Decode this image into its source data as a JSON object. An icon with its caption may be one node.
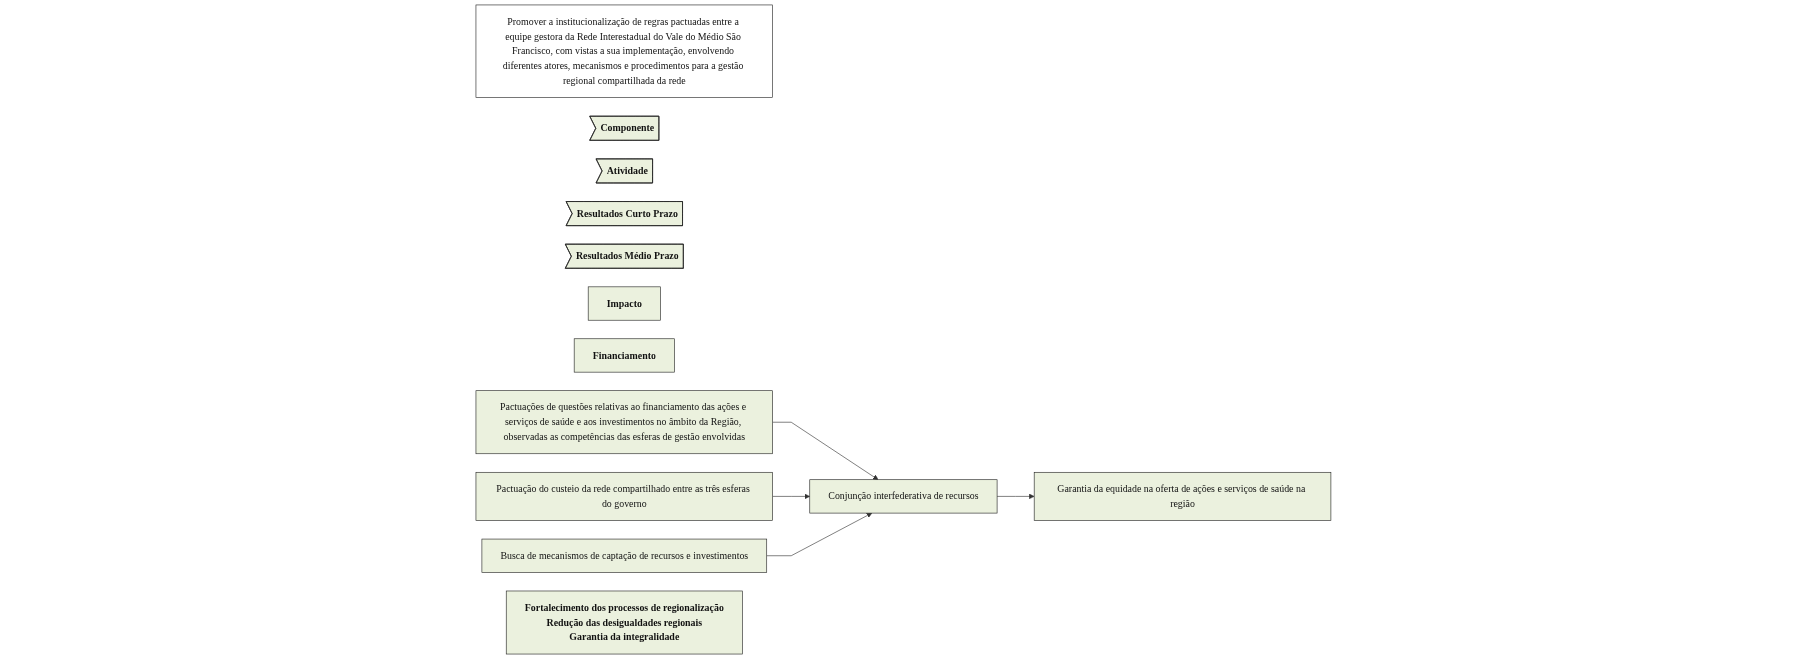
{
  "diagram": {
    "nodes": [
      {
        "text": [
          "Promover a institucionalização de regras pactuadas entre a equipe gestora da Rede Interestadual do Vale do Médio São Francisco, com vistas a sua implementação, envolvendo diferentes atores, mecanismos e procedimentos para a gestão regional compartilhada da rede"
        ]
      },
      {
        "text": [
          "Componente"
        ]
      },
      {
        "text": [
          "Atividade"
        ]
      },
      {
        "text": [
          "Resultados Curto Prazo"
        ]
      },
      {
        "text": [
          "Resultados Médio Prazo"
        ]
      },
      {
        "text": [
          "Impacto"
        ]
      },
      {
        "text": [
          "Financiamento"
        ]
      },
      {
        "text": [
          "Pactuações de questões relativas ao financiamento das ações e serviços de saúde e aos investimentos no âmbito da Região, observadas as competências das esferas de gestão envolvidas"
        ]
      },
      {
        "text": [
          "Pactuação do custeio da rede compartilhado entre as três esferas do governo"
        ]
      },
      {
        "text": [
          "Busca de mecanismos de captação de recursos e investimentos"
        ]
      },
      {
        "text": [
          "Conjunção interfederativa de recursos"
        ]
      },
      {
        "text": [
          "Garantia da equidade na oferta de ações e serviços de saúde na região"
        ]
      },
      {
        "text": [
          "Fortalecimento dos processos de regionalização",
          "Redução das desigualdades regionais",
          "Garantia da integralidade"
        ]
      }
    ],
    "edges": [
      {
        "from": 7,
        "to": 10,
        "arrow": "to"
      },
      {
        "from": 8,
        "to": 10,
        "arrow": "to"
      },
      {
        "from": 9,
        "to": 10,
        "arrow": "to"
      },
      {
        "from": 10,
        "to": 11,
        "arrow": "to"
      }
    ]
  }
}
